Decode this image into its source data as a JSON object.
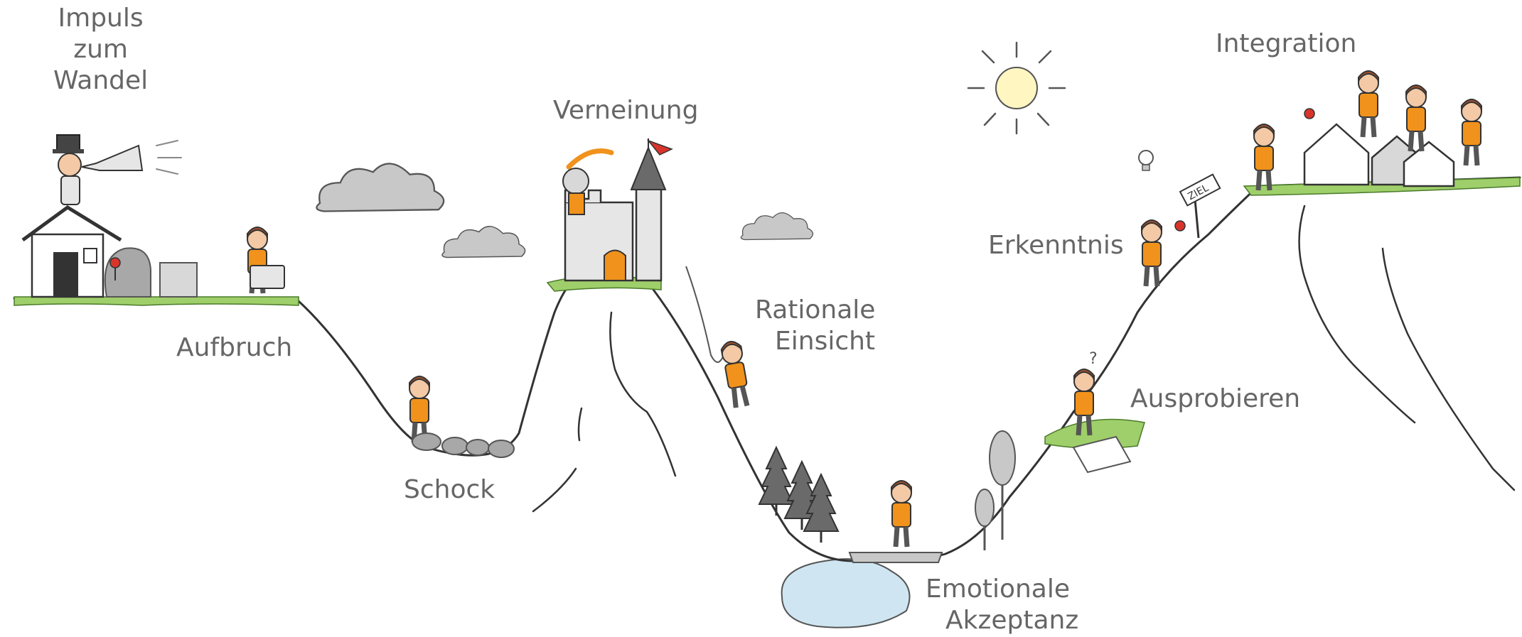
{
  "stages": {
    "impuls": [
      "Impuls",
      "zum",
      "Wandel"
    ],
    "aufbruch": "Aufbruch",
    "schock": "Schock",
    "verneinung": "Verneinung",
    "rationale": [
      "Rationale",
      "Einsicht"
    ],
    "emotionale": [
      "Emotionale",
      "Akzeptanz"
    ],
    "ausprobieren": "Ausprobieren",
    "erkenntnis": "Erkenntnis",
    "integration": "Integration"
  },
  "sign_text": "ZIEL",
  "colors": {
    "line": "#333333",
    "grass": "#9fcf6a",
    "shirt": "#f0921c",
    "hair": "#a0522d",
    "cloud": "#c8c8c8",
    "rock": "#a8a8a8",
    "lake": "#cfe6f2",
    "sun": "#fff6c2",
    "flag": "#d9342b",
    "label": "#666666"
  }
}
